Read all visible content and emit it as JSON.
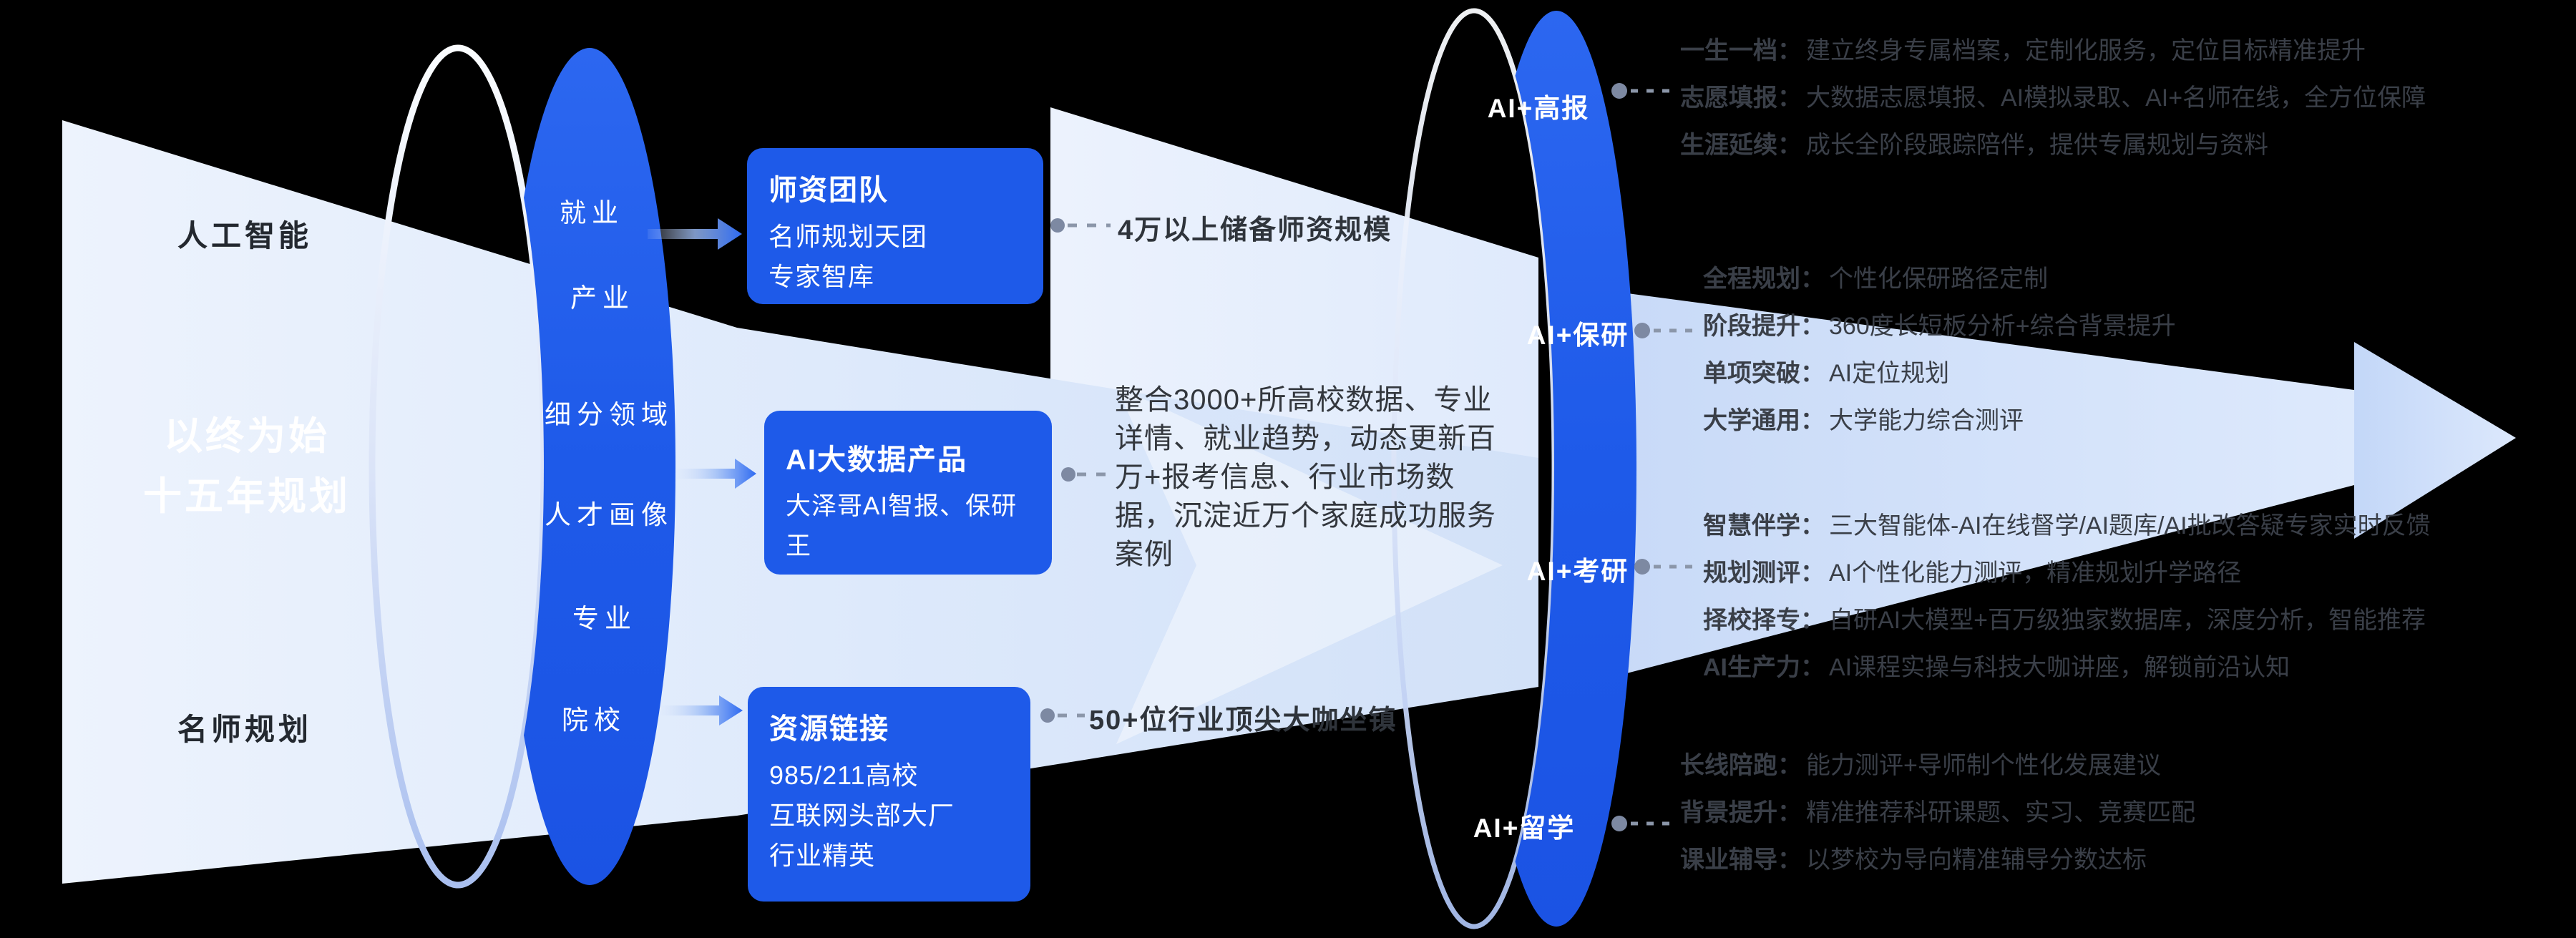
{
  "funnel": {
    "top_label": "人工智能",
    "bottom_label": "名师规划",
    "core_line1": "以终为始",
    "core_line2": "十五年规划"
  },
  "ring1": {
    "items": [
      "就业",
      "产业",
      "细分领域",
      "人才画像",
      "专业",
      "院校"
    ]
  },
  "boxes": [
    {
      "title": "师资团队",
      "lines": [
        "名师规划天团",
        "专家智库"
      ]
    },
    {
      "title": "AI大数据产品",
      "lines": [
        "大泽哥AI智报、保研王"
      ]
    },
    {
      "title": "资源链接",
      "lines": [
        "985/211高校",
        "互联网头部大厂",
        "行业精英"
      ]
    }
  ],
  "middle": {
    "note_top": "4万以上储备师资规模",
    "paragraph": "整合3000+所高校数据、专业详情、就业趋势，动态更新百万+报考信息、行业市场数据，沉淀近万个家庭成功服务案例",
    "note_bottom": "50+位行业顶尖大咖坐镇"
  },
  "ring2": {
    "items": [
      "AI+高报",
      "AI+保研",
      "AI+考研",
      "AI+留学"
    ]
  },
  "right_blocks": [
    {
      "rows": [
        {
          "label": "一生一档：",
          "text": "建立终身专属档案，定制化服务，定位目标精准提升"
        },
        {
          "label": "志愿填报：",
          "text": "大数据志愿填报、AI模拟录取、AI+名师在线，全方位保障"
        },
        {
          "label": "生涯延续：",
          "text": "成长全阶段跟踪陪伴，提供专属规划与资料"
        }
      ]
    },
    {
      "rows": [
        {
          "label": "全程规划：",
          "text": "个性化保研路径定制"
        },
        {
          "label": "阶段提升：",
          "text": "360度长短板分析+综合背景提升"
        },
        {
          "label": "单项突破：",
          "text": "AI定位规划"
        },
        {
          "label": "大学通用：",
          "text": "大学能力综合测评"
        }
      ]
    },
    {
      "rows": [
        {
          "label": "智慧伴学：",
          "text": "三大智能体-AI在线督学/AI题库/AI批改答疑专家实时反馈"
        },
        {
          "label": "规划测评：",
          "text": "AI个性化能力测评，精准规划升学路径"
        },
        {
          "label": "择校择专：",
          "text": "自研AI大模型+百万级独家数据库，深度分析，智能推荐"
        },
        {
          "label": "AI生产力：",
          "text": "AI课程实操与科技大咖讲座，解锁前沿认知"
        }
      ]
    },
    {
      "rows": [
        {
          "label": "长线陪跑：",
          "text": "能力测评+导师制个性化发展建议"
        },
        {
          "label": "背景提升：",
          "text": "精准推荐科研课题、实习、竞赛匹配"
        },
        {
          "label": "课业辅导：",
          "text": "以梦校为导向精准辅导分数达标"
        }
      ]
    }
  ],
  "colors": {
    "brand_blue": "#1e5ae9",
    "beam_light": "#d9e6fa",
    "ink_dark": "#3a3f48",
    "connector_gray": "#7d89a2",
    "background": "#000000",
    "white": "#ffffff"
  }
}
